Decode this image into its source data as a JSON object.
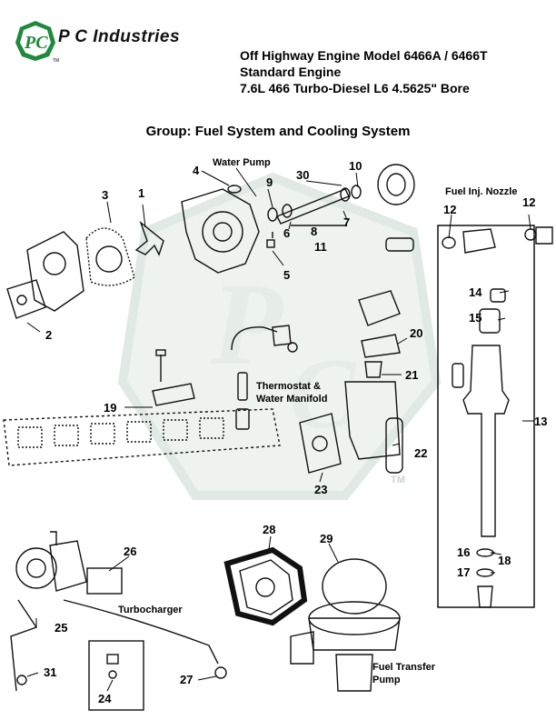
{
  "header": {
    "brand": "P C Industries",
    "logo_letters": "PC",
    "logo_tm": "TM",
    "title_lines": [
      "Off Highway Engine Model 6466A / 6466T",
      "Standard Engine",
      "7.6L 466 Turbo-Diesel L6 4.5625\" Bore"
    ],
    "group": "Group: Fuel System and Cooling System"
  },
  "labels": {
    "water_pump": "Water Pump",
    "fuel_inj_nozzle": "Fuel Inj. Nozzle",
    "thermostat_1": "Thermostat &",
    "thermostat_2": "Water Manifold",
    "turbocharger": "Turbocharger",
    "fuel_transfer_1": "Fuel Transfer",
    "fuel_transfer_2": "Pump",
    "watermark_tm": "TM"
  },
  "callouts": [
    "1",
    "2",
    "3",
    "4",
    "5",
    "6",
    "7",
    "8",
    "9",
    "10",
    "11",
    "12",
    "12",
    "13",
    "14",
    "15",
    "16",
    "17",
    "18",
    "19",
    "20",
    "21",
    "22",
    "23",
    "24",
    "25",
    "26",
    "27",
    "28",
    "29",
    "30",
    "31"
  ],
  "colors": {
    "logo_green": "#1f8a3c",
    "ink": "#111111",
    "watermark": "#e3ece6"
  }
}
